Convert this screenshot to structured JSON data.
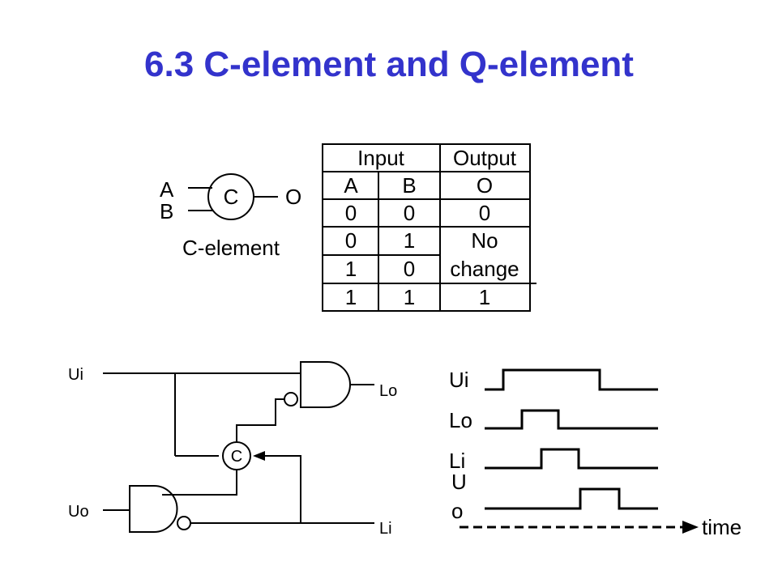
{
  "title": "6.3 C-element and Q-element",
  "colors": {
    "title": "#3333cc",
    "line": "#000000"
  },
  "c_element": {
    "input_a": "A",
    "input_b": "B",
    "symbol": "C",
    "output": "O",
    "caption": "C-element"
  },
  "truth_table": {
    "group_headers": [
      "Input",
      "Output"
    ],
    "column_headers": [
      "A",
      "B",
      "O"
    ],
    "rows": [
      [
        "0",
        "0",
        "0"
      ],
      [
        "0",
        "1",
        "No"
      ],
      [
        "1",
        "0",
        "change"
      ],
      [
        "1",
        "1",
        "1"
      ]
    ]
  },
  "circuit": {
    "input_ui": "Ui",
    "input_uo": "Uo",
    "output_lo": "Lo",
    "input_li": "Li",
    "c_symbol": "C"
  },
  "timing": {
    "signals": [
      "Ui",
      "Lo",
      "Li",
      "U",
      "o"
    ],
    "axis_label": "time"
  }
}
